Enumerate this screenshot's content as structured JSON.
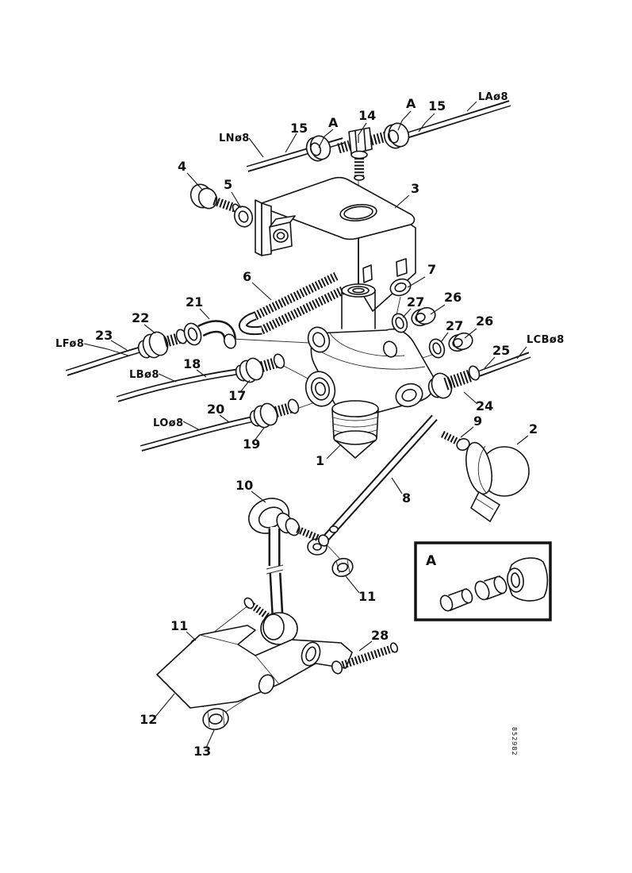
{
  "diagram": {
    "kind": "exploded-parts-diagram",
    "drawing_code": "852982"
  },
  "labels": {
    "ln": "LNø8",
    "la": "LAø8",
    "lf": "LFø8",
    "lb": "LBø8",
    "lo": "LOø8",
    "lcb": "LCBø8",
    "n1": "1",
    "n2": "2",
    "n3": "3",
    "n4": "4",
    "n5": "5",
    "n6": "6",
    "n7": "7",
    "n8": "8",
    "n9": "9",
    "n10": "10",
    "n11": "11",
    "n12": "12",
    "n13": "13",
    "n14": "14",
    "n15": "15",
    "n17": "17",
    "n18": "18",
    "n19": "19",
    "n20": "20",
    "n21": "21",
    "n22": "22",
    "n23": "23",
    "n24": "24",
    "n25": "25",
    "n26": "26",
    "n27": "27",
    "n28": "28",
    "detail_a": "A"
  }
}
